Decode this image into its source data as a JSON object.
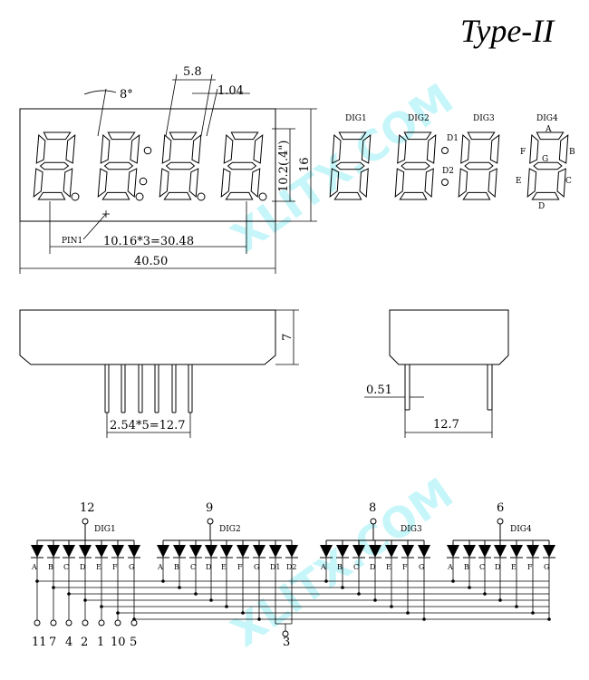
{
  "title": "Type-II",
  "watermark": "XLITX.COM",
  "front_view": {
    "angle_label": "8°",
    "seg_width_label": "5.8",
    "stroke_label": "1.04",
    "digit_height_label": "10.2(.4\")",
    "height_label": "16",
    "pin1_label": "PIN1",
    "pitch_label": "10.16*3=30.48",
    "width_label": "40.50"
  },
  "digit_labels": [
    "DIG1",
    "DIG2",
    "DIG3",
    "DIG4"
  ],
  "segment_labels": {
    "a": "A",
    "b": "B",
    "c": "C",
    "d": "D",
    "e": "E",
    "f": "F",
    "g": "G"
  },
  "colon_labels": [
    "D1",
    "D2"
  ],
  "side_view": {
    "thickness_label": "7",
    "pin_pitch_label": "2.54*5=12.7"
  },
  "end_view": {
    "pin_dia_label": "0.51",
    "row_span_label": "12.7"
  },
  "circuit": {
    "groups": [
      {
        "name": "DIG1",
        "common_pin": "12",
        "segments": [
          "A",
          "B",
          "C",
          "D",
          "E",
          "F",
          "G"
        ]
      },
      {
        "name": "DIG2",
        "common_pin": "9",
        "segments": [
          "A",
          "B",
          "C",
          "D",
          "E",
          "F",
          "G",
          "D1",
          "D2"
        ]
      },
      {
        "name": "DIG3",
        "common_pin": "8",
        "segments": [
          "A",
          "B",
          "C",
          "D",
          "E",
          "F",
          "G"
        ]
      },
      {
        "name": "DIG4",
        "common_pin": "6",
        "segments": [
          "A",
          "B",
          "C",
          "D",
          "E",
          "F",
          "G"
        ]
      }
    ],
    "segment_pins": [
      "11",
      "7",
      "4",
      "2",
      "1",
      "10",
      "5"
    ],
    "colon_pin": "3"
  }
}
